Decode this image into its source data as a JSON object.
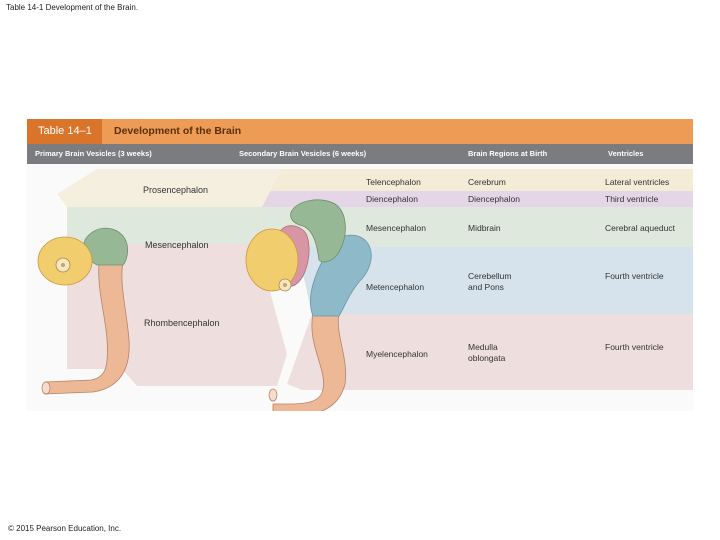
{
  "slide": {
    "title": "Table 14-1 Development of the Brain.",
    "footer": "© 2015 Pearson Education, Inc."
  },
  "table": {
    "tag": "Table 14–1",
    "title": "Development of the Brain",
    "columns": {
      "primary": "Primary Brain Vesicles (3 weeks)",
      "secondary": "Secondary Brain Vesicles (6 weeks)",
      "regions": "Brain Regions at Birth",
      "ventricles": "Ventricles"
    },
    "primary_vesicles": [
      "Prosencephalon",
      "Mesencephalon",
      "Rhombencephalon"
    ],
    "rows": [
      {
        "secondary": "Telencephalon",
        "region": "Cerebrum",
        "ventricle": "Lateral ventricles"
      },
      {
        "secondary": "Diencephalon",
        "region": "Diencephalon",
        "ventricle": "Third ventricle"
      },
      {
        "secondary": "Mesencephalon",
        "region": "Midbrain",
        "ventricle": "Cerebral aqueduct"
      },
      {
        "secondary": "Metencephalon",
        "region": "Cerebellum and Pons",
        "region_lines": [
          "Cerebellum",
          "and Pons"
        ],
        "ventricle": "Fourth ventricle"
      },
      {
        "secondary": "Myelencephalon",
        "region": "Medulla oblongata",
        "region_lines": [
          "Medulla",
          "oblongata"
        ],
        "ventricle": "Fourth ventricle"
      }
    ],
    "colors": {
      "header": "#ee9c55",
      "header_tag": "#d9752a",
      "subheader": "#7b7c80",
      "prosencephalon": "#f5efe0",
      "telencephalon": "#f4ecd7",
      "diencephalon": "#e4d6e6",
      "mesencephalon": "#dfe8dc",
      "metencephalon": "#d7e3ec",
      "myelencephalon": "#efdede",
      "brain_yellow": "#f2cd6e",
      "brain_green": "#97b895",
      "brain_pink": "#d896a5",
      "brain_blue": "#8eb9c8",
      "brain_tan": "#edb896"
    }
  }
}
